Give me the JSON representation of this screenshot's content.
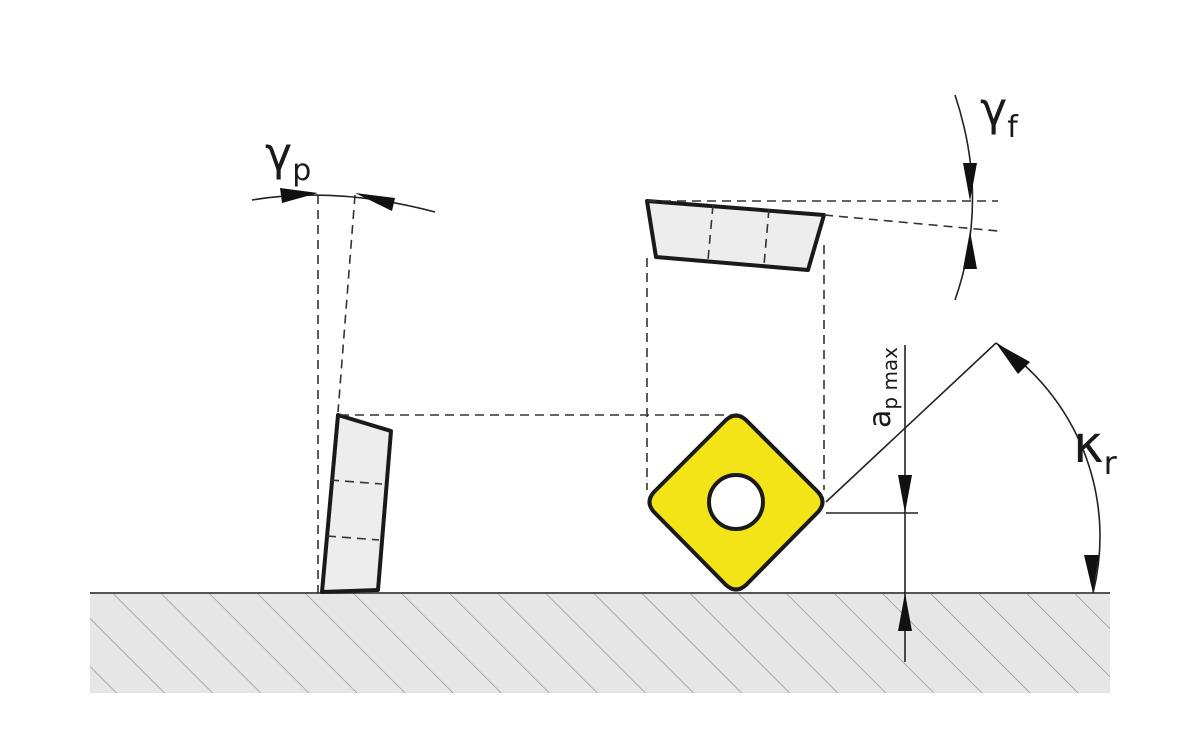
{
  "labels": {
    "gamma_p_main": "γ",
    "gamma_p_sub": "p",
    "gamma_f_main": "γ",
    "gamma_f_sub": "f",
    "ap_main": "a",
    "ap_sub": "p max",
    "kappa_main": "κ",
    "kappa_sub": "r"
  },
  "colors": {
    "insert_fill": "#f2e416",
    "workpiece_fill": "#e6e6e6",
    "tool_fill": "#ededed",
    "line": "#1a1a1a"
  }
}
